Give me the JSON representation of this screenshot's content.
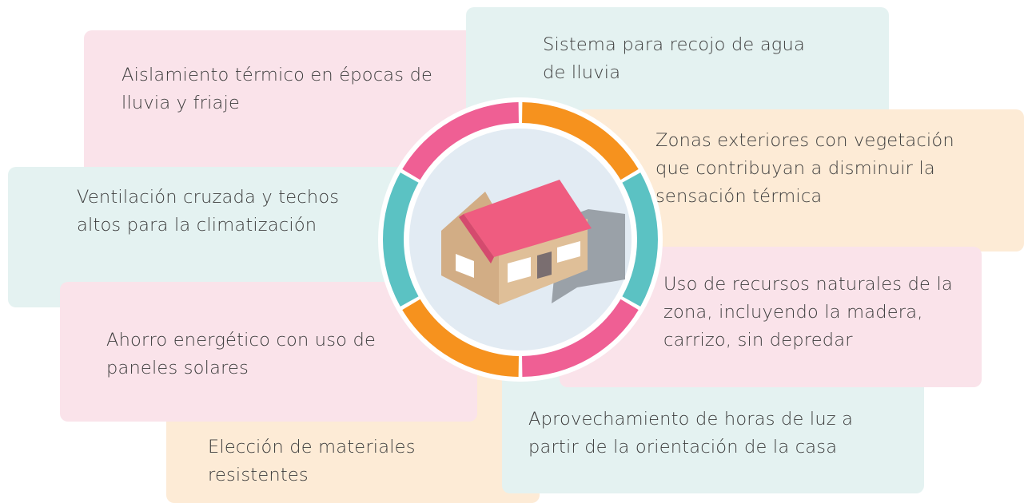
{
  "cards": {
    "aislamiento": "Aislamiento térmico en épocas de lluvia y friaje",
    "agua": "Sistema para recojo de agua de lluvia",
    "zonas": "Zonas exteriores con vegetación que contribuyan a disminuir la sensación térmica",
    "ventilacion": "Ventilación cruzada y techos altos para la climatización",
    "recursos": "Uso de recursos naturales de la zona, incluyendo la madera, carrizo, sin depredar",
    "ahorro": "Ahorro energético con uso de paneles solares",
    "aprovechamiento": "Aprovechamiento de horas de luz a partir de la orientación de la casa",
    "eleccion": "Elección de materiales resistentes"
  },
  "colors": {
    "pink_card": "#fae3ea",
    "teal_card": "#e4f2f1",
    "peach_card": "#fdebd6",
    "ring_pink": "#ef5f94",
    "ring_orange": "#f6921e",
    "ring_teal": "#5bc2c3",
    "roof": "#ef5c80",
    "wall": "#d6b48c"
  },
  "icons": [
    "house-icon"
  ]
}
